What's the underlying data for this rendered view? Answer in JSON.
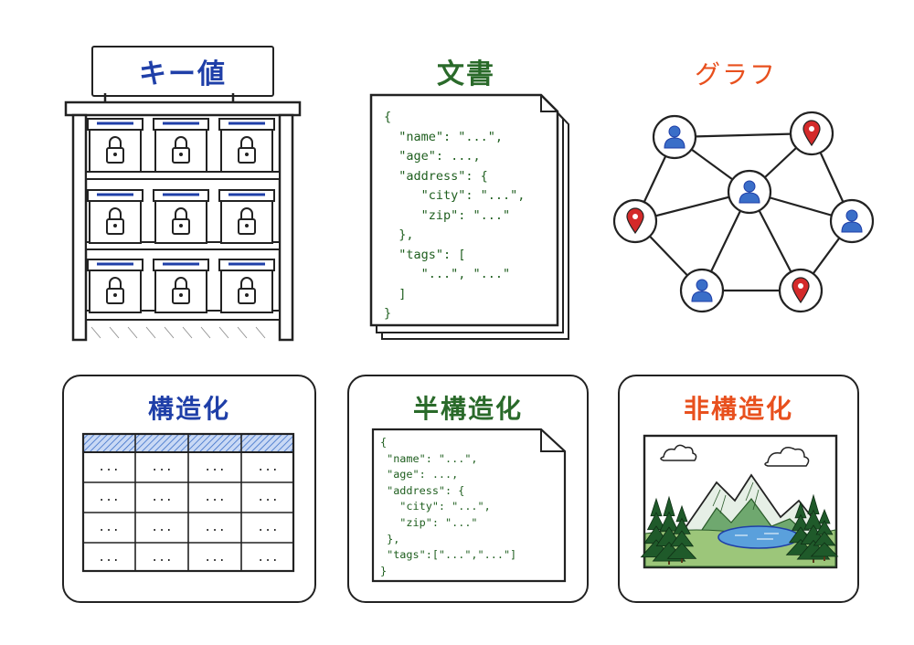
{
  "colors": {
    "blue": "#1f3fa8",
    "green": "#2a6a2a",
    "orange": "#e8501e",
    "ink": "#222222",
    "pin_red": "#d42a2a",
    "person_blue": "#3a6ec8"
  },
  "top": {
    "kv": {
      "title": "キー値"
    },
    "doc": {
      "title": "文書",
      "lines": [
        "{",
        "  \"name\": \"...\",",
        "  \"age\": ...,",
        "  \"address\": {",
        "     \"city\": \"...\",",
        "     \"zip\": \"...\"",
        "  },",
        "  \"tags\": [",
        "     \"...\", \"...\"",
        "  ]",
        "}"
      ]
    },
    "graph": {
      "title": "グラフ"
    }
  },
  "bottom": {
    "structured": {
      "title": "構造化",
      "cell": "..."
    },
    "semi": {
      "title": "半構造化",
      "lines": [
        "{",
        " \"name\": \"...\",",
        " \"age\": ...,",
        " \"address\": {",
        "   \"city\": \"...\",",
        "   \"zip\": \"...\"",
        " },",
        " \"tags\":[\"...\",\"...\"]",
        "}"
      ]
    },
    "unstructured": {
      "title": "非構造化"
    }
  }
}
